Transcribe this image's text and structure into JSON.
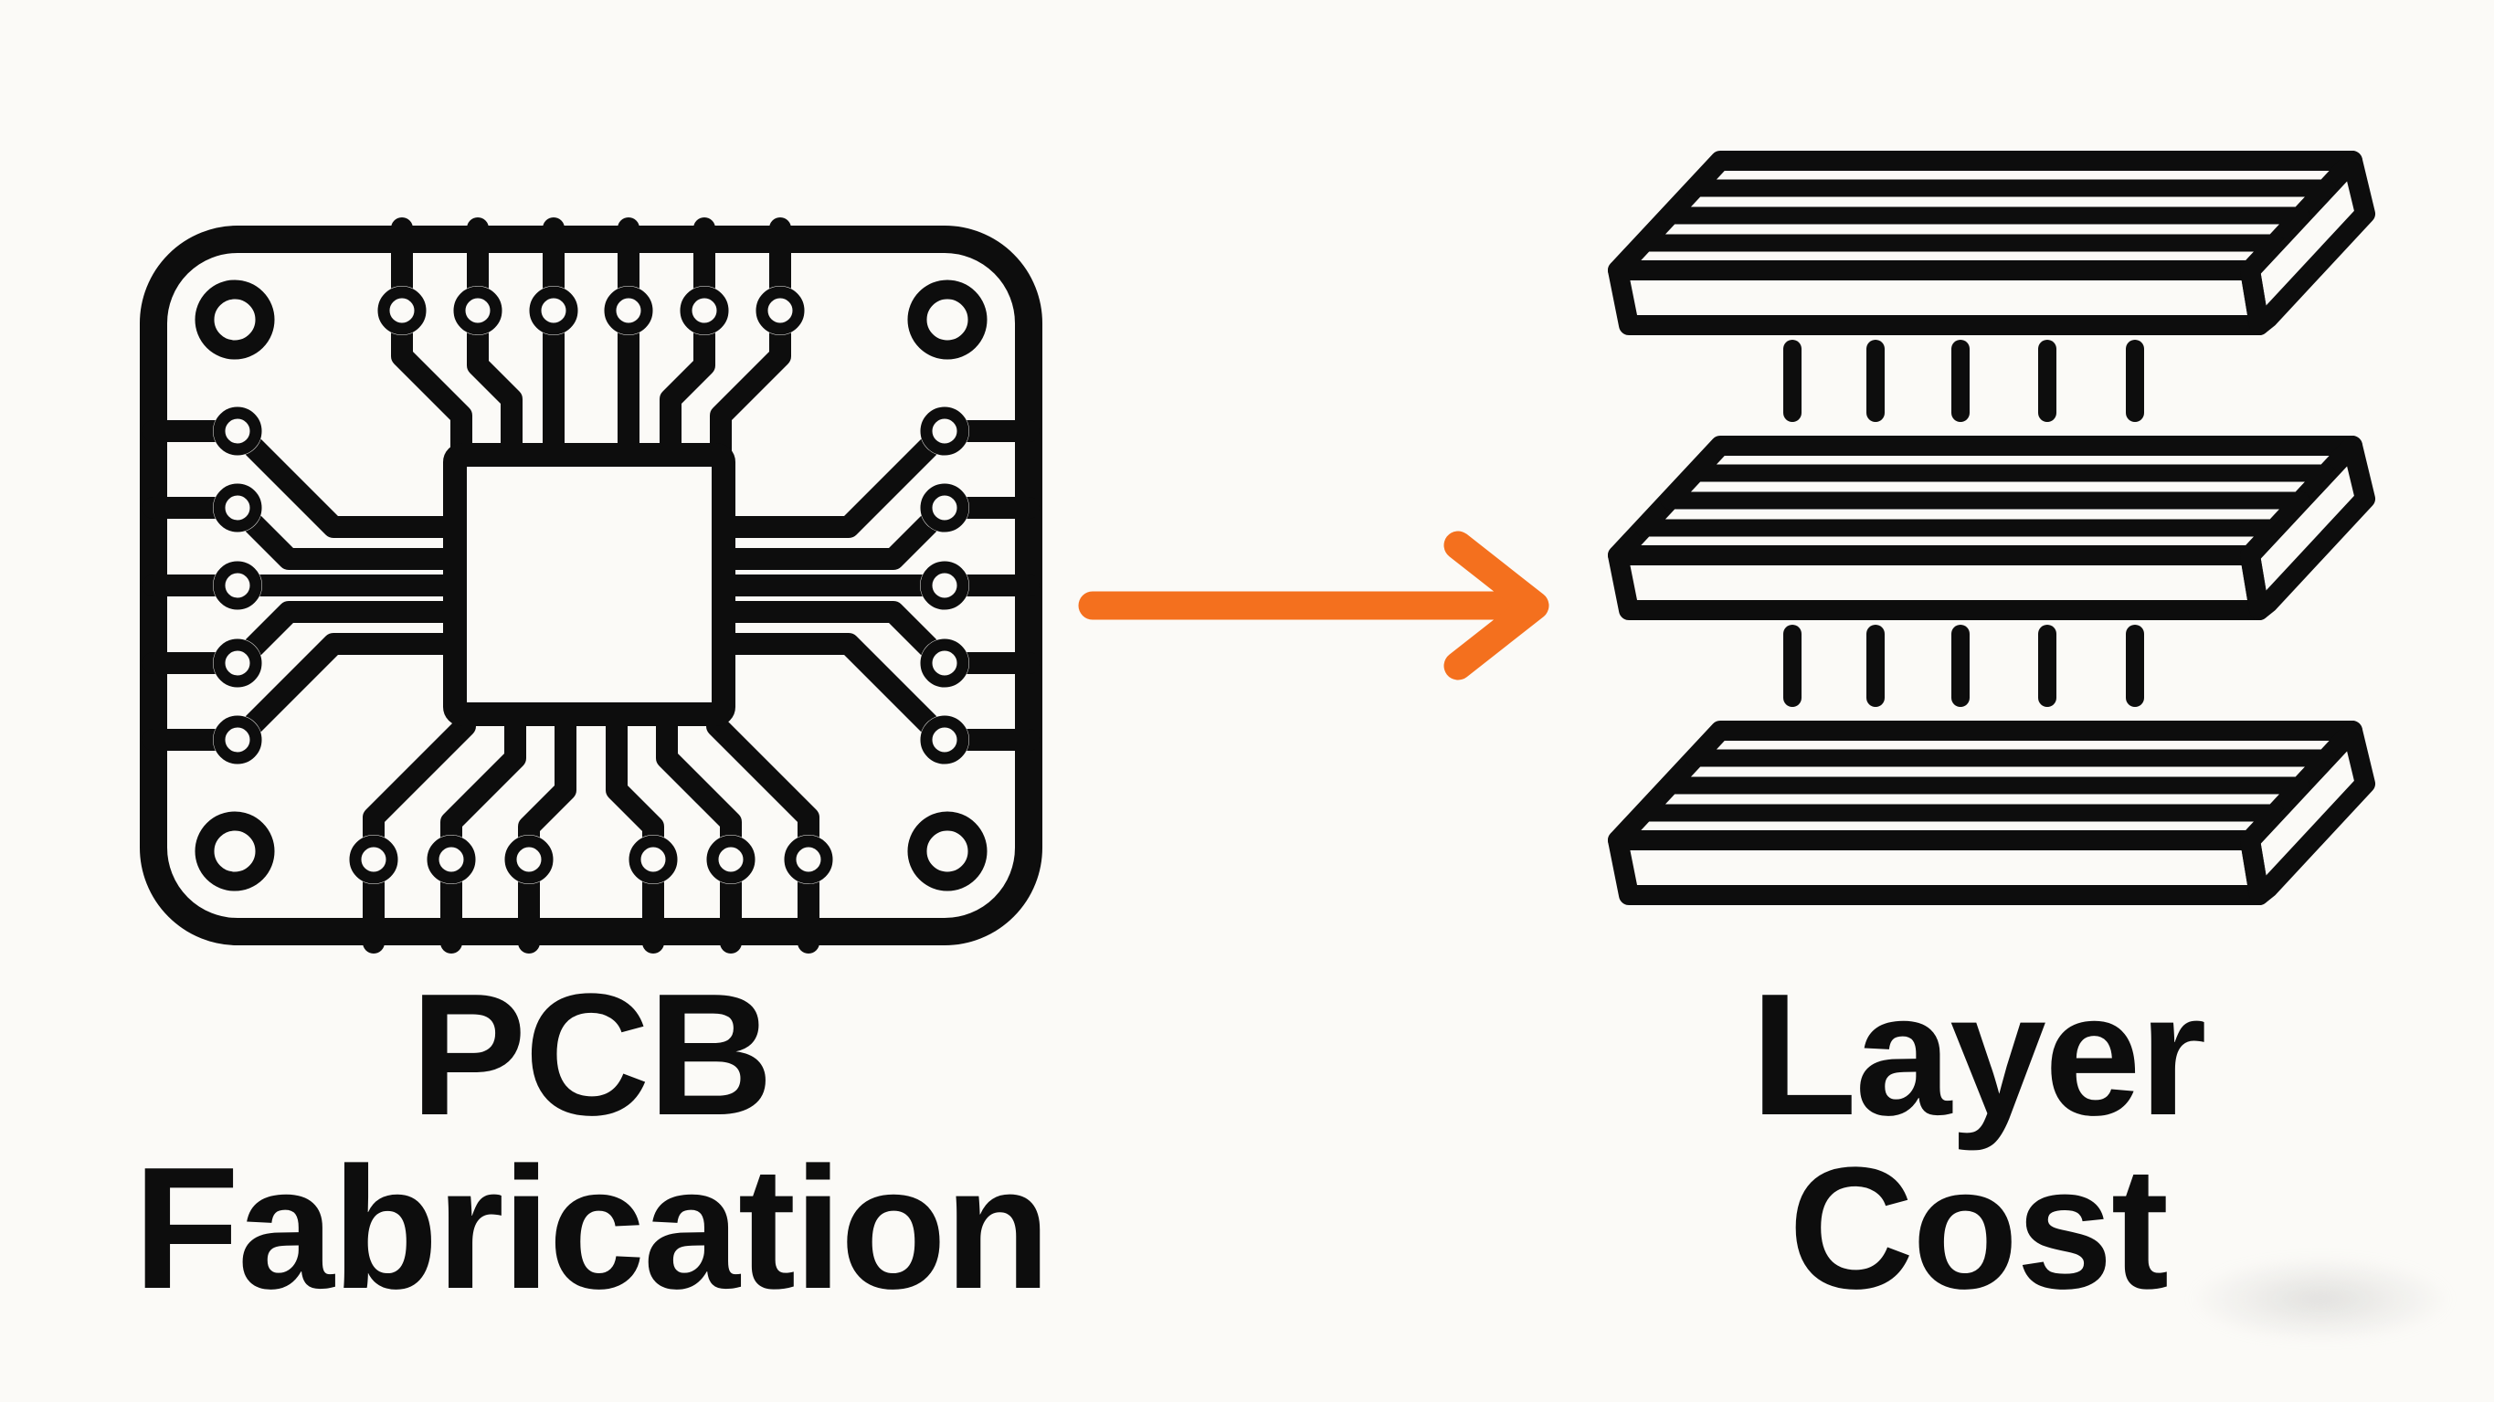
{
  "diagram": {
    "type": "process-flow",
    "background_color": "#fbfaf7",
    "ink_color": "#0d0d0d",
    "left_item": {
      "icon": "pcb-circuit-board-icon",
      "label_line1": "PCB",
      "label_line2": "Fabrication"
    },
    "connector": {
      "icon": "right-arrow-icon",
      "direction": "right",
      "color": "#f4701e"
    },
    "right_item": {
      "icon": "stacked-layers-icon",
      "layer_count": 3,
      "bonding_dash_rows": 2,
      "dashes_per_row": 5,
      "label_line1": "Layer",
      "label_line2": "Cost"
    }
  }
}
